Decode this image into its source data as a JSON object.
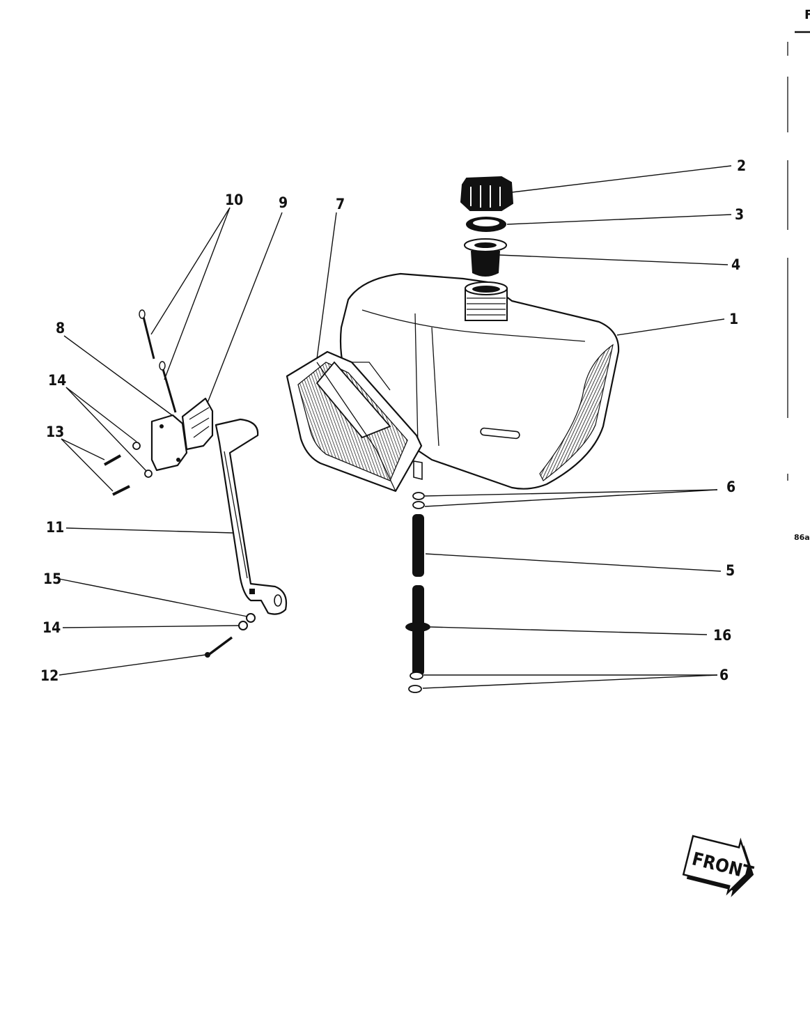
{
  "corner_letter": "F",
  "page_code": "86a",
  "front_arrow": {
    "label": "FRONT"
  },
  "callouts": [
    {
      "id": "c1",
      "label": "1"
    },
    {
      "id": "c2",
      "label": "2"
    },
    {
      "id": "c3",
      "label": "3"
    },
    {
      "id": "c4",
      "label": "4"
    },
    {
      "id": "c5",
      "label": "5"
    },
    {
      "id": "c6a",
      "label": "6"
    },
    {
      "id": "c6b",
      "label": "6"
    },
    {
      "id": "c7",
      "label": "7"
    },
    {
      "id": "c8",
      "label": "8"
    },
    {
      "id": "c9",
      "label": "9"
    },
    {
      "id": "c10",
      "label": "10"
    },
    {
      "id": "c11",
      "label": "11"
    },
    {
      "id": "c12",
      "label": "12"
    },
    {
      "id": "c13",
      "label": "13"
    },
    {
      "id": "c14a",
      "label": "14"
    },
    {
      "id": "c14b",
      "label": "14"
    },
    {
      "id": "c15",
      "label": "15"
    },
    {
      "id": "c16",
      "label": "16"
    }
  ]
}
